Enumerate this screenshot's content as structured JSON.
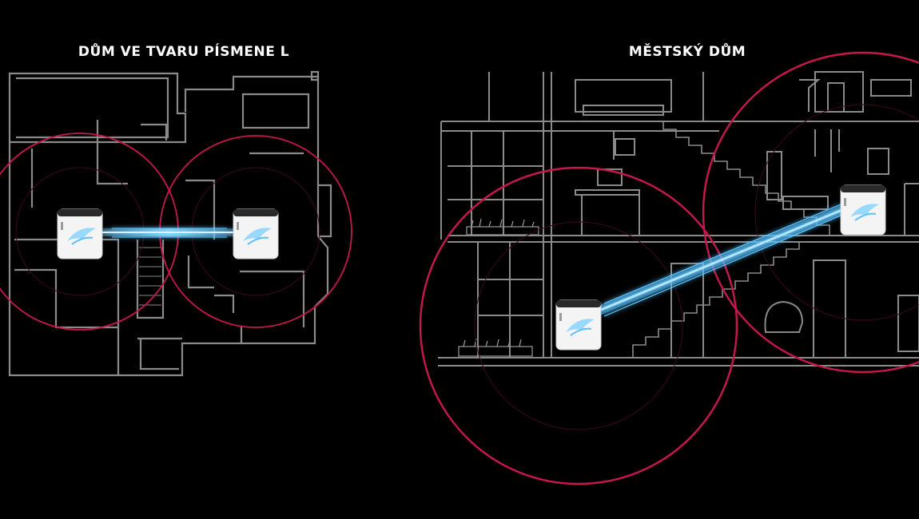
{
  "panels": [
    {
      "title": "DŮM VE TVARU PÍSMENE L"
    },
    {
      "title": "MĚSTSKÝ DŮM"
    }
  ],
  "colors": {
    "background": "#000000",
    "wall_lines": "#8a8a8a",
    "coverage_circle": "#c8174e",
    "wifi_link": "#38b8ff",
    "router_body": "#f2f2f2"
  },
  "icons": [
    "router-icon",
    "rog-logo-icon",
    "wifi-link-beam"
  ]
}
